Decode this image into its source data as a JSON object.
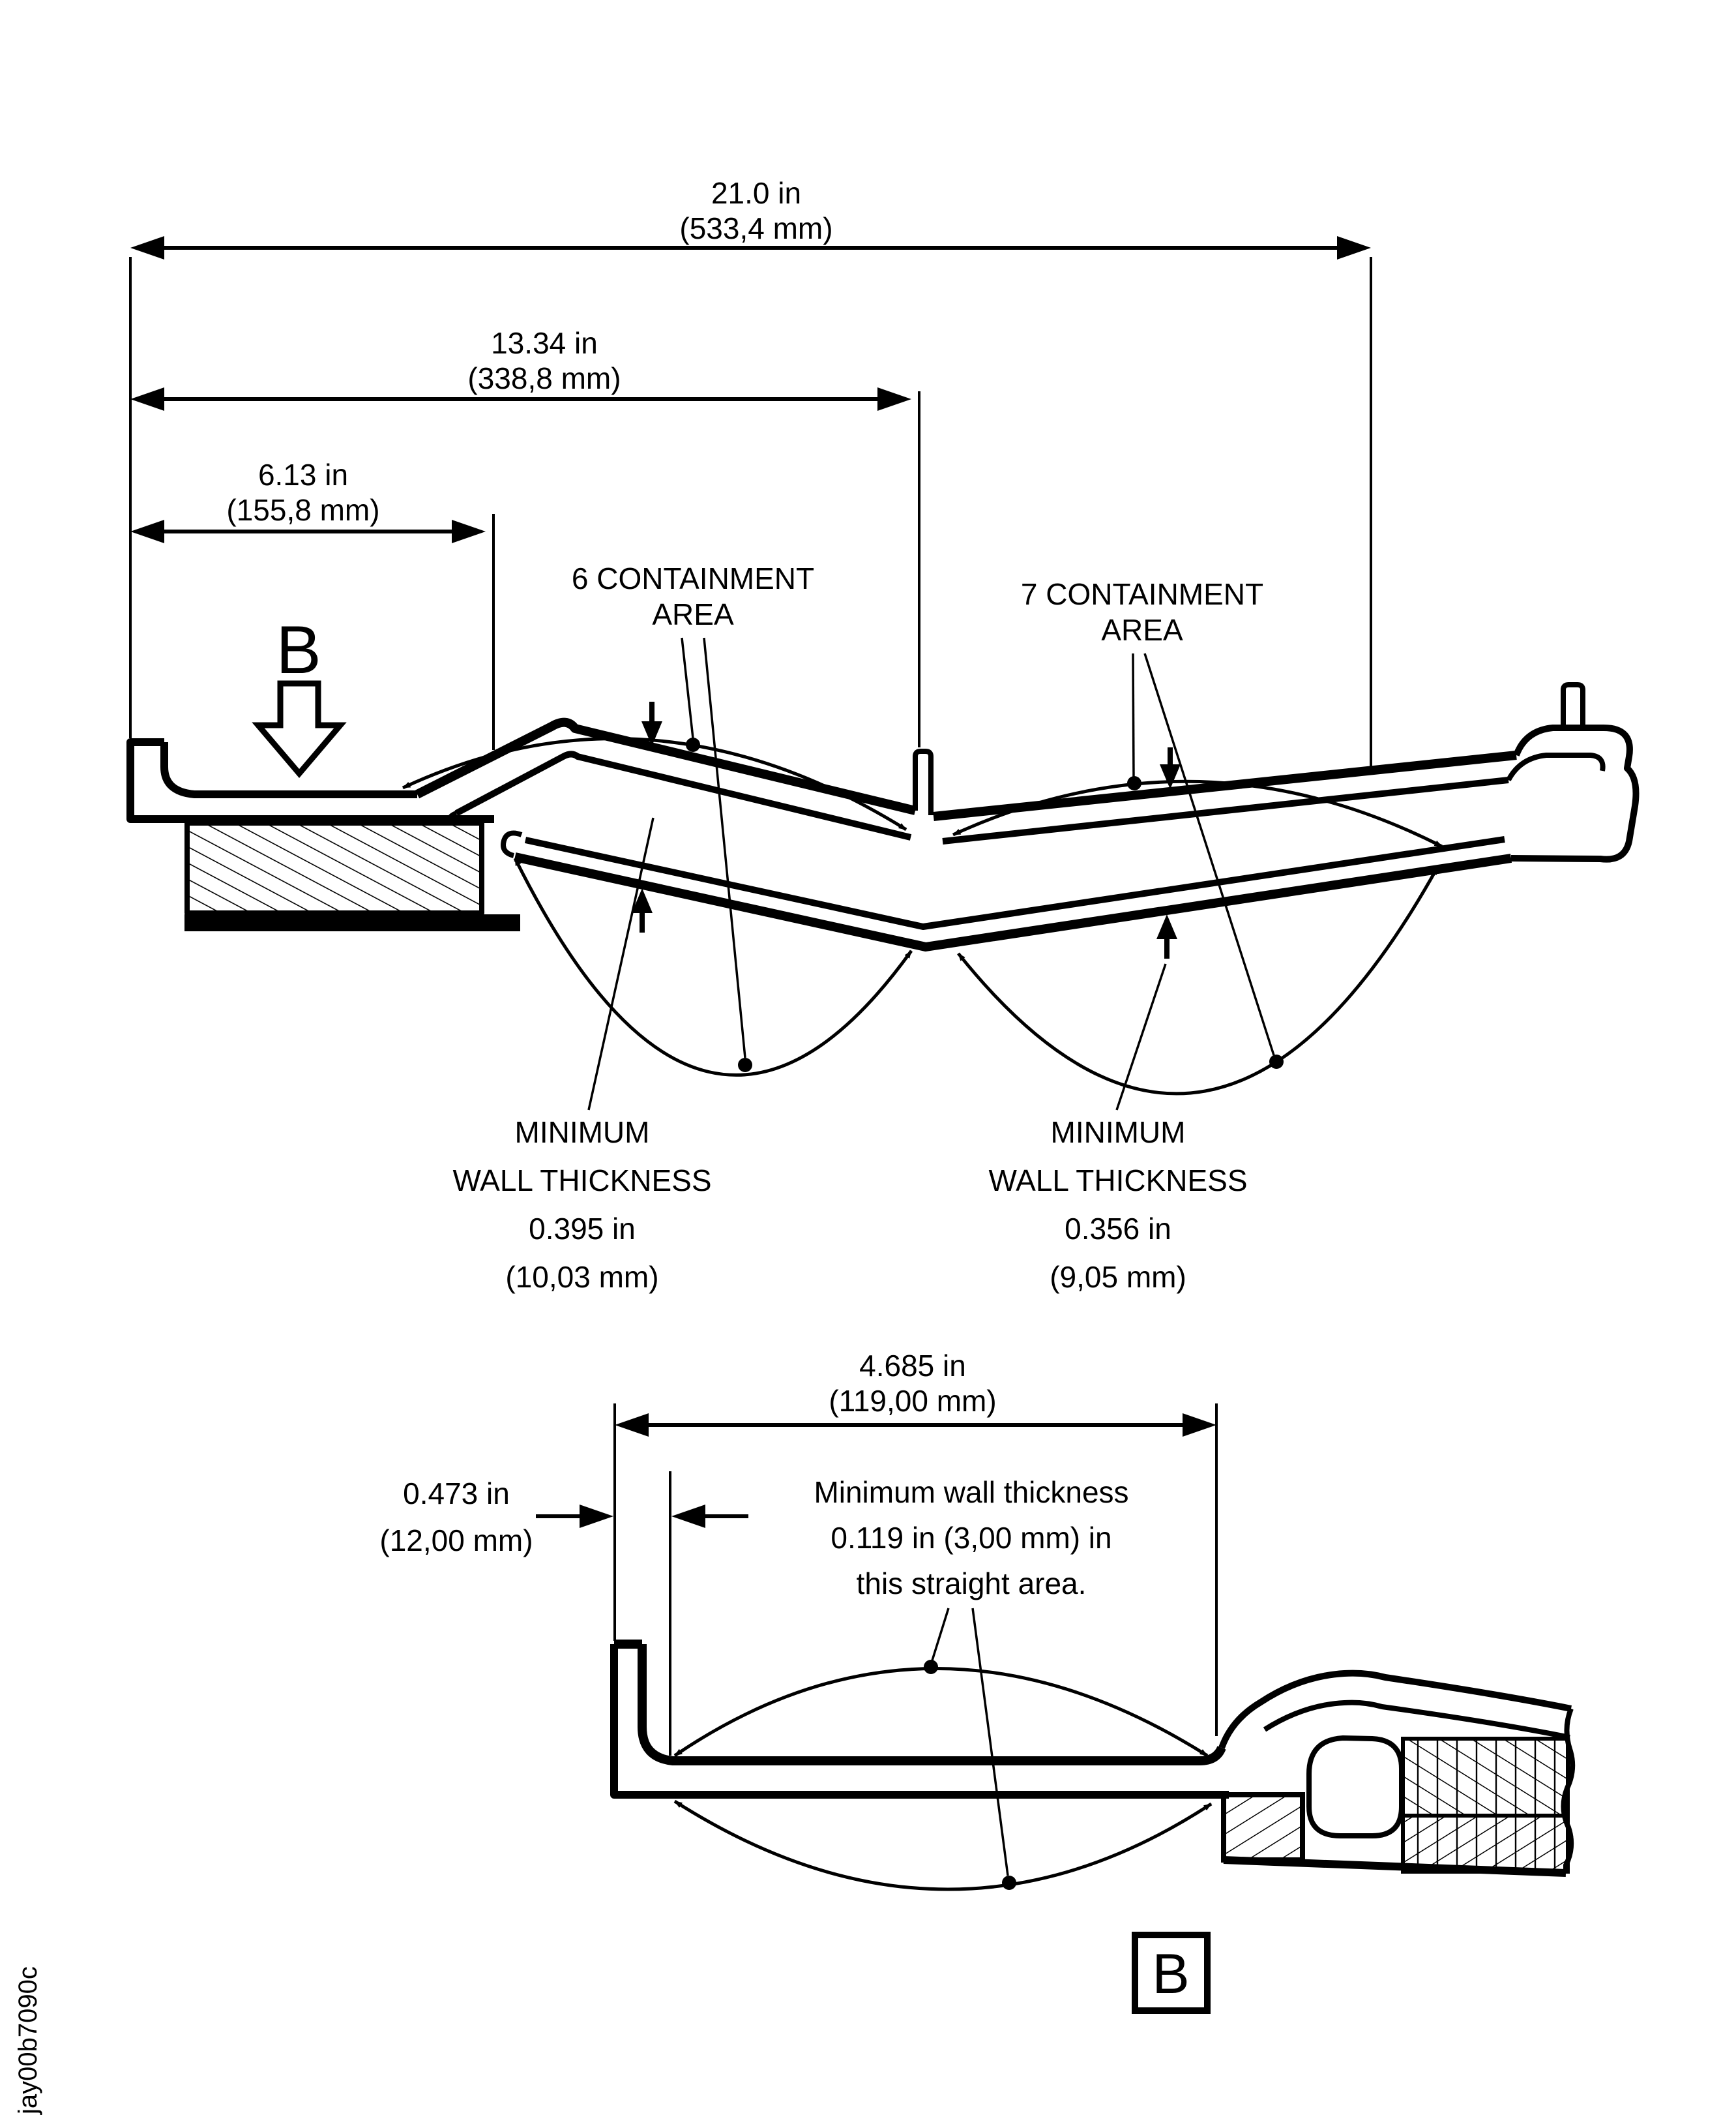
{
  "figure": {
    "artifact_code": "jay00b7090c",
    "colors": {
      "line": "#000000",
      "background": "#ffffff"
    },
    "top_view": {
      "dim_total": {
        "line1": "21.0 in",
        "line2": "(533,4 mm)"
      },
      "dim_mid": {
        "line1": "13.34 in",
        "line2": "(338,8 mm)"
      },
      "dim_left": {
        "line1": "6.13 in",
        "line2": "(155,8 mm)"
      },
      "containment_6": {
        "line1": "6 CONTAINMENT",
        "line2": "AREA"
      },
      "containment_7": {
        "line1": "7 CONTAINMENT",
        "line2": "AREA"
      },
      "view_arrow_label": "B",
      "min_wall_1": {
        "line1": "MINIMUM",
        "line2": "WALL THICKNESS",
        "line3": "0.395 in",
        "line4": "(10,03 mm)"
      },
      "min_wall_2": {
        "line1": "MINIMUM",
        "line2": "WALL THICKNESS",
        "line3": "0.356 in",
        "line4": "(9,05 mm)"
      }
    },
    "detail_view": {
      "dim_width": {
        "line1": "4.685 in",
        "line2": "(119,00 mm)"
      },
      "dim_offset": {
        "line1": "0.473 in",
        "line2": "(12,00 mm)"
      },
      "note": {
        "line1": "Minimum wall thickness",
        "line2": "0.119 in (3,00 mm) in",
        "line3": "this straight area."
      },
      "view_label": "B"
    }
  }
}
